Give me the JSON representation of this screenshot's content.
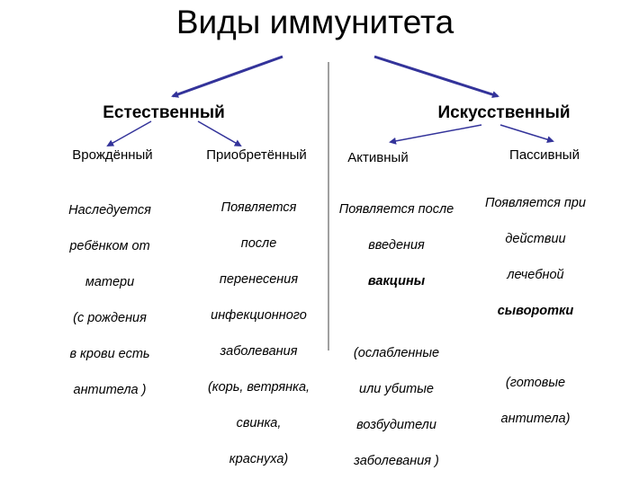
{
  "title": "Виды иммунитета",
  "categories": [
    {
      "label": "Естественный",
      "subtypes": [
        {
          "label": "Врождённый",
          "description": [
            "Наследуется",
            "ребёнком от",
            "матери",
            "(с рождения",
            "в крови есть",
            "антитела )"
          ]
        },
        {
          "label": "Приобретённый",
          "description": [
            "Появляется",
            "после",
            "перенесения",
            "инфекционного",
            "заболевания",
            "(корь, ветрянка,",
            "свинка,",
            "краснуха)"
          ]
        }
      ]
    },
    {
      "label": "Искусственный",
      "subtypes": [
        {
          "label": "Активный",
          "description_pre": [
            "Появляется после",
            "введения"
          ],
          "description_bold": "вакцины",
          "description_post": [
            "(ослабленные",
            "или убитые",
            "возбудители",
            "заболевания )"
          ]
        },
        {
          "label": "Пассивный",
          "description_pre": [
            "Появляется при",
            "действии",
            "лечебной"
          ],
          "description_bold": "сыворотки",
          "description_post": [
            "(готовые",
            "антитела)"
          ]
        }
      ]
    }
  ],
  "colors": {
    "arrow": "#33339a",
    "divider": "#808080",
    "text": "#000000"
  }
}
